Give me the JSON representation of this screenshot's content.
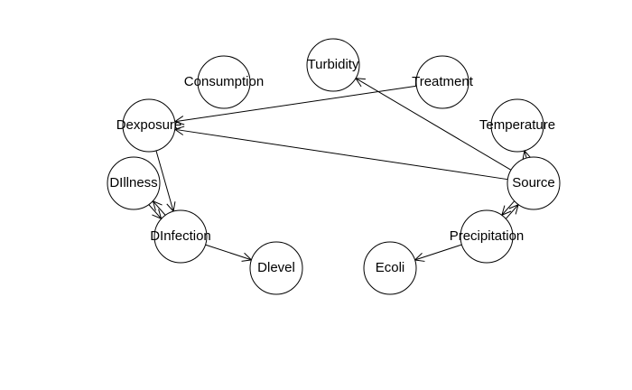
{
  "diagram": {
    "type": "directed-graph",
    "nodes": [
      {
        "id": "Turbidity",
        "label": "Turbidity"
      },
      {
        "id": "Consumption",
        "label": "Consumption"
      },
      {
        "id": "Treatment",
        "label": "Treatment"
      },
      {
        "id": "Dexposure",
        "label": "Dexposure"
      },
      {
        "id": "Temperature",
        "label": "Temperature"
      },
      {
        "id": "DIllness",
        "label": "DIllness"
      },
      {
        "id": "Source",
        "label": "Source"
      },
      {
        "id": "DInfection",
        "label": "DInfection"
      },
      {
        "id": "Precipitation",
        "label": "Precipitation"
      },
      {
        "id": "Dlevel",
        "label": "Dlevel"
      },
      {
        "id": "Ecoli",
        "label": "Ecoli"
      }
    ],
    "edges": [
      {
        "from": "Treatment",
        "to": "Dexposure"
      },
      {
        "from": "Source",
        "to": "Dexposure"
      },
      {
        "from": "Source",
        "to": "Turbidity"
      },
      {
        "from": "Source",
        "to": "Temperature"
      },
      {
        "from": "Source",
        "to": "Precipitation"
      },
      {
        "from": "Precipitation",
        "to": "Source"
      },
      {
        "from": "Precipitation",
        "to": "Ecoli"
      },
      {
        "from": "Dexposure",
        "to": "DInfection"
      },
      {
        "from": "DInfection",
        "to": "DIllness"
      },
      {
        "from": "DIllness",
        "to": "DInfection"
      },
      {
        "from": "DInfection",
        "to": "Dlevel"
      }
    ]
  }
}
